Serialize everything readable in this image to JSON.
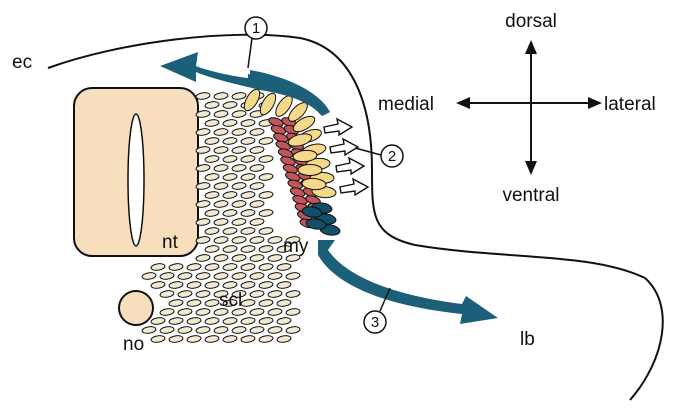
{
  "labels": {
    "ectoderm": "ec",
    "neural_tube": "nt",
    "myotome": "my",
    "sclerotome": "scl",
    "notochord": "no",
    "limb_bud": "lb"
  },
  "axes": {
    "dorsal": "dorsal",
    "ventral": "ventral",
    "medial": "medial",
    "lateral": "lateral"
  },
  "routes": [
    {
      "number": "1"
    },
    {
      "number": "2"
    },
    {
      "number": "3"
    }
  ],
  "colors": {
    "neural_tube_fill": "#f7dfbd",
    "notochord_fill": "#f7dfbd",
    "sclerotome_cell_fill": "#f3e9d3",
    "dermomyotome_fill": "#f5d98a",
    "myotome_fill": "#c2555a",
    "hypaxial_fill": "#12506a",
    "arrow_fill": "#1c5f78",
    "outline": "#111111"
  }
}
